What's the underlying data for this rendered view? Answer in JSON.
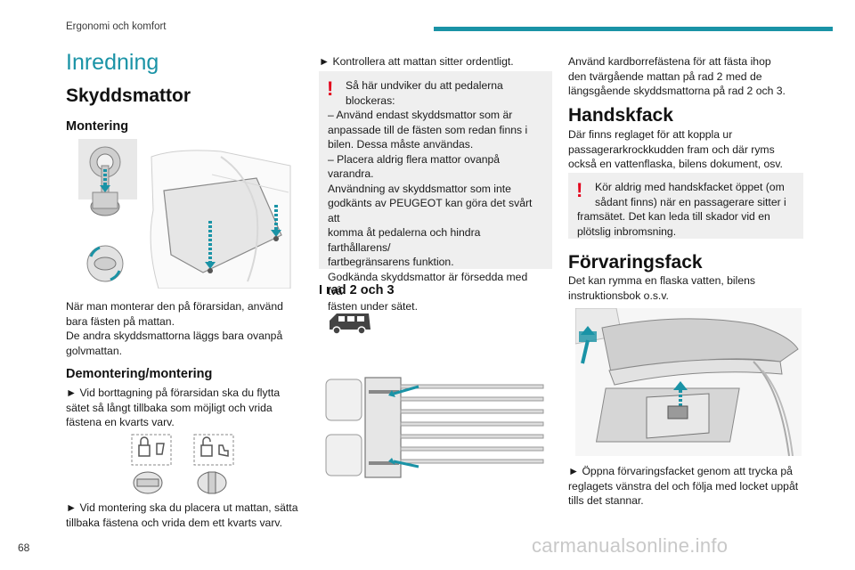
{
  "header": {
    "section_label": "Ergonomi och komfort",
    "accent_color": "#1a93a6"
  },
  "page_number": "68",
  "watermark": "carmanualsonline.info",
  "col1": {
    "title": "Inredning",
    "h_mats": "Skyddsmattor",
    "h_mounting": "Montering",
    "mounting_text": [
      "När man monterar den på förarsidan, använd",
      "bara fästen på mattan.",
      "De andra skyddsmattorna läggs bara ovanpå",
      "golvmattan."
    ],
    "h_remove": "Demontering/montering",
    "remove_text": [
      "► Vid borttagning på förarsidan ska du flytta",
      "sätet så långt tillbaka som möjligt och vrida",
      "fästena en kvarts varv."
    ],
    "mount_text": [
      "► Vid montering ska du placera ut mattan, sätta",
      "tillbaka fästena och vrida dem ett kvarts varv."
    ]
  },
  "col2": {
    "check_text": "► Kontrollera att mattan sitter ordentligt.",
    "warning_lines": [
      "Så här undviker du att pedalerna",
      "blockeras:",
      "– Använd endast skyddsmattor som är",
      "anpassade till de fästen som redan finns i",
      "bilen. Dessa måste användas.",
      "– Placera aldrig flera mattor ovanpå",
      "varandra.",
      "Användning av skyddsmattor som inte",
      "godkänts av PEUGEOT kan göra det svårt att",
      "komma åt pedalerna och hindra farthållarens/",
      "fartbegränsarens funktion.",
      "Godkända skyddsmattor är försedda med två",
      "fästen under sätet."
    ],
    "h_rows": "I rad 2 och 3"
  },
  "col3": {
    "velcro_text": [
      "Använd kardborrefästena för att fästa ihop",
      "den tvärgående mattan på rad 2 med de",
      "längsgående skyddsmattorna på rad 2 och 3."
    ],
    "h_glovebox": "Handskfack",
    "glovebox_text": [
      "Där finns reglaget för att koppla ur",
      "passagerarkrockkudden fram och där ryms",
      "också en vattenflaska, bilens dokument, osv."
    ],
    "glovebox_warning": [
      "Kör aldrig med handskfacket öppet (om",
      "sådant finns) när en passagerare sitter i",
      "framsätet. Det kan leda till skador vid en",
      "plötslig inbromsning."
    ],
    "h_storage": "Förvaringsfack",
    "storage_text": [
      "Det kan rymma en flaska vatten, bilens",
      "instruktionsbok o.s.v."
    ],
    "open_text": [
      "► Öppna förvaringsfacket genom att trycka på",
      "reglagets vänstra del och följa med locket uppåt",
      "tills det stannar."
    ]
  }
}
